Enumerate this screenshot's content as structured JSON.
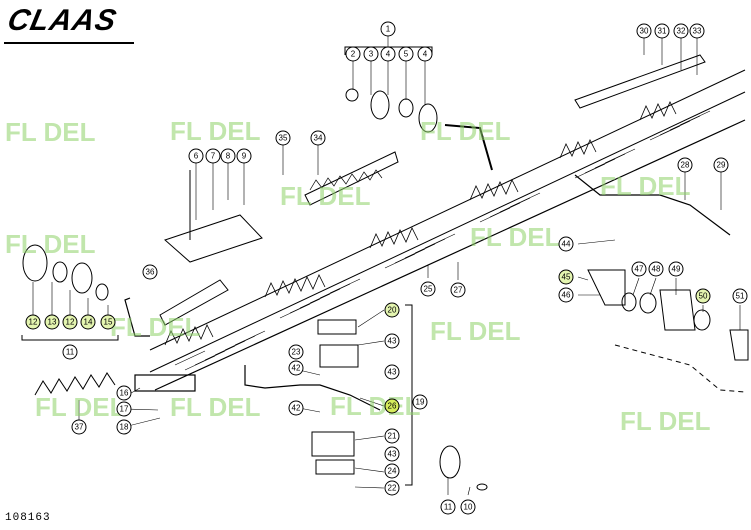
{
  "brand": "CLAAS",
  "drawing_number": "108163",
  "watermark": "FL DEL",
  "callouts": [
    "1",
    "2",
    "3",
    "4",
    "5",
    "4",
    "6",
    "7",
    "8",
    "9",
    "10",
    "11",
    "12",
    "13",
    "12",
    "14",
    "15",
    "16",
    "17",
    "18",
    "19",
    "20",
    "21",
    "22",
    "23",
    "24",
    "25",
    "26",
    "27",
    "28",
    "29",
    "30",
    "31",
    "32",
    "33",
    "34",
    "35",
    "36",
    "37",
    "42",
    "43",
    "42",
    "43",
    "43",
    "44",
    "45",
    "46",
    "47",
    "48",
    "49",
    "50",
    "51",
    "11",
    "10"
  ],
  "highlighted": [
    "12",
    "13",
    "12",
    "14",
    "15",
    "20",
    "26",
    "45",
    "50"
  ]
}
